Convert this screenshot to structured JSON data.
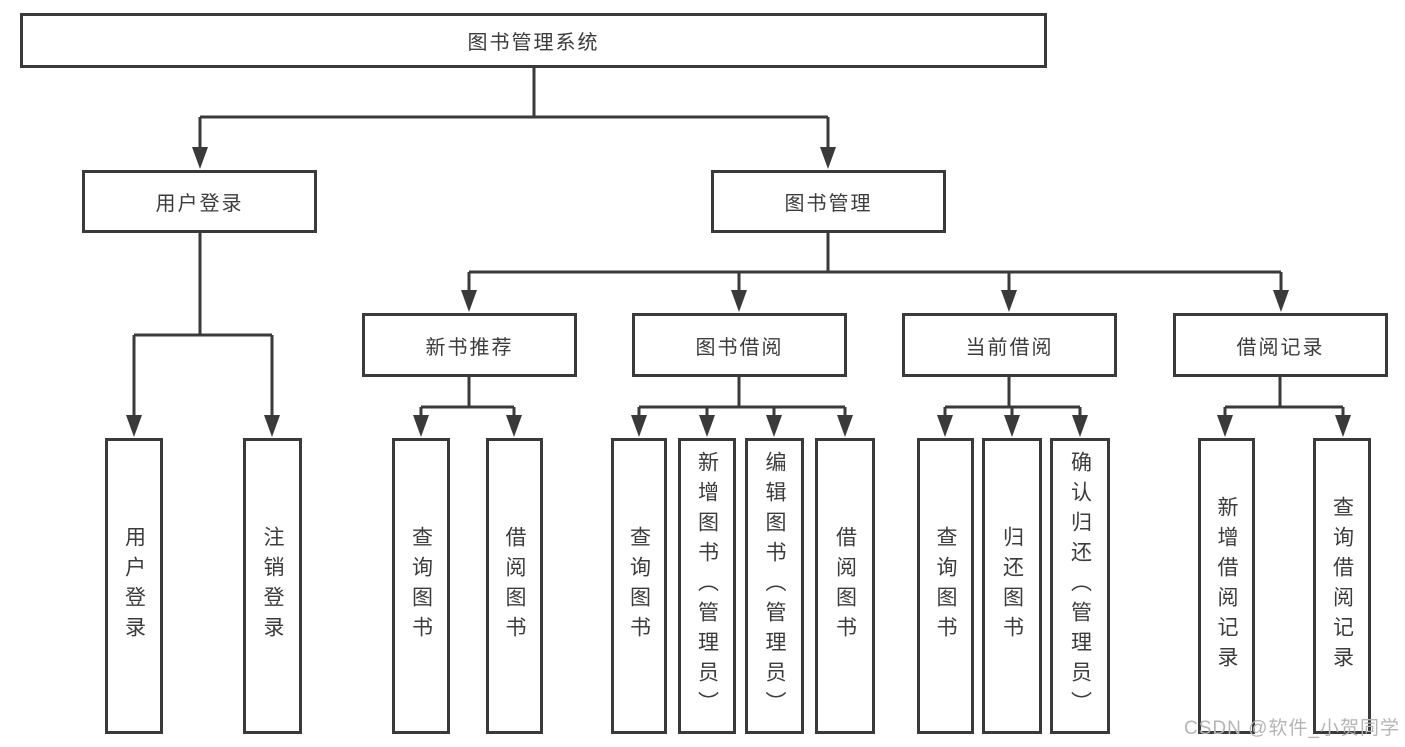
{
  "diagram": {
    "title": "图书管理系统",
    "tree": {
      "root": {
        "label": "图书管理系统",
        "children": [
          {
            "label": "用户登录",
            "children": [
              {
                "label": "用户登录"
              },
              {
                "label": "注销登录"
              }
            ]
          },
          {
            "label": "图书管理",
            "children": [
              {
                "label": "新书推荐",
                "children": [
                  {
                    "label": "查询图书"
                  },
                  {
                    "label": "借阅图书"
                  }
                ]
              },
              {
                "label": "图书借阅",
                "children": [
                  {
                    "label": "查询图书"
                  },
                  {
                    "label": "新增图书（管理员）"
                  },
                  {
                    "label": "编辑图书（管理员）"
                  },
                  {
                    "label": "借阅图书"
                  }
                ]
              },
              {
                "label": "当前借阅",
                "children": [
                  {
                    "label": "查询图书"
                  },
                  {
                    "label": "归还图书"
                  },
                  {
                    "label": "确认归还（管理员）"
                  }
                ]
              },
              {
                "label": "借阅记录",
                "children": [
                  {
                    "label": "新增借阅记录"
                  },
                  {
                    "label": "查询借阅记录"
                  }
                ]
              }
            ]
          }
        ]
      }
    },
    "watermark": "CSDN @软件_小贺同学",
    "colors": {
      "line": "#3a3a3a",
      "text": "#3c3c3c",
      "box_background": "#ffffff",
      "watermark": "#b5b5b5",
      "background": "#ffffff"
    }
  }
}
